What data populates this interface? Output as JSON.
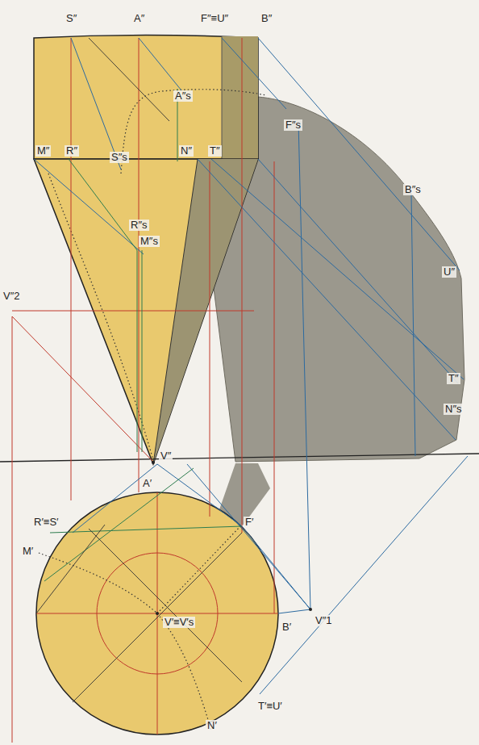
{
  "diagram": {
    "labels": [
      "S″",
      "A″",
      "F″≡U″",
      "B″",
      "A″s",
      "S″s",
      "F″s",
      "B″s",
      "M″",
      "R″",
      "N″",
      "T″",
      "R″s",
      "M″s",
      "U″",
      "V″2",
      "T″",
      "N″s",
      "V″",
      "A′",
      "R′≡S′",
      "M′",
      "F′",
      "B′",
      "V′≡V′s",
      "V″1",
      "T′≡U′",
      "N′"
    ]
  }
}
